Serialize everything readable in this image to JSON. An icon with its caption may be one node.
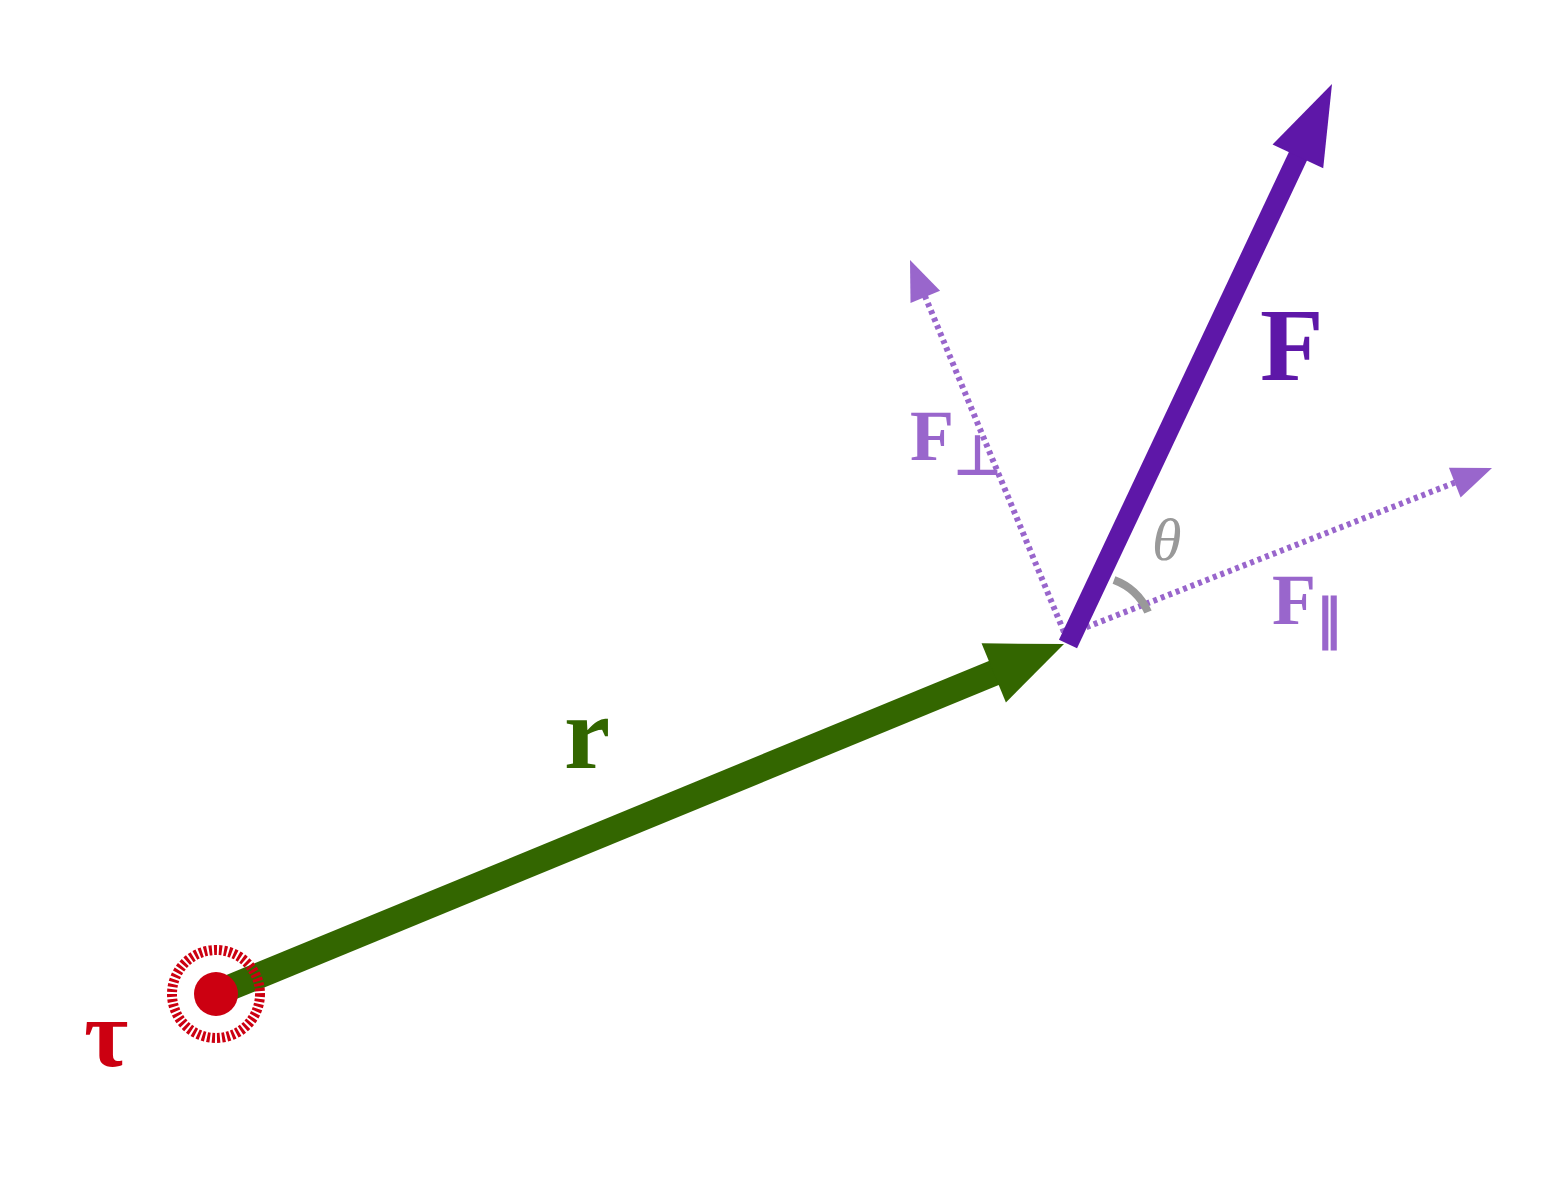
{
  "diagram": {
    "labels": [
      "F",
      "F$_{⊥}$",
      "θ",
      "F$_{∥}$",
      "r",
      "τ"
    ]
  }
}
